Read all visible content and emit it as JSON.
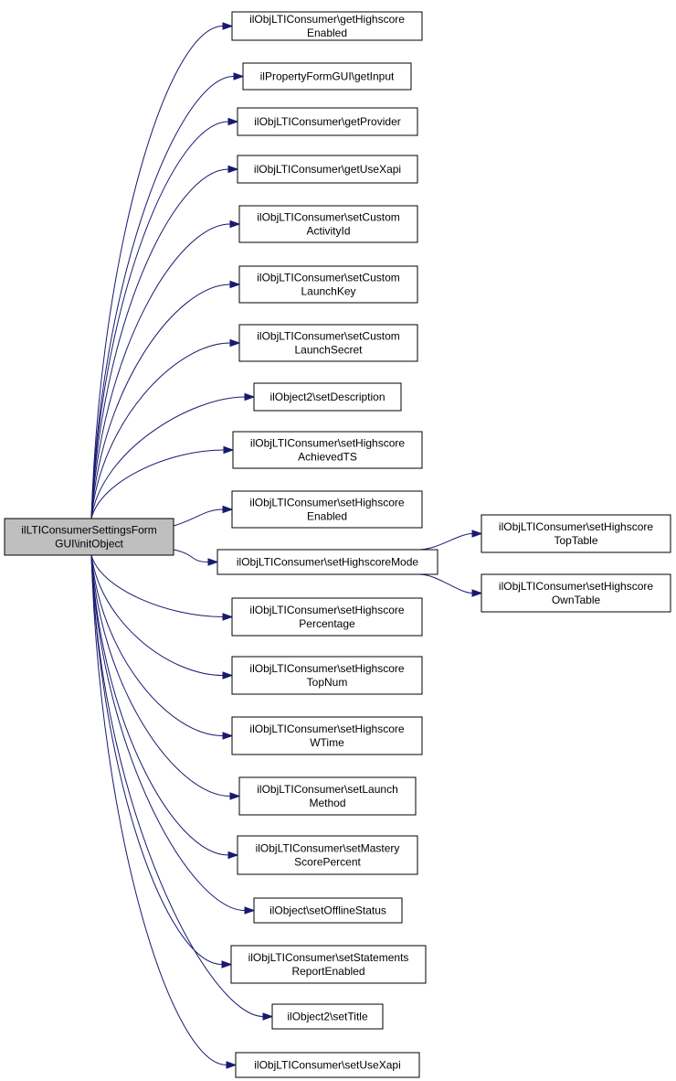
{
  "graph": {
    "colors": {
      "edge": "#191970",
      "root_fill": "#bfbfbf",
      "node_fill": "#ffffff",
      "border": "#000000"
    },
    "root": {
      "id": "root",
      "lines": [
        "ilLTIConsumerSettingsForm",
        "GUI\\initObject"
      ]
    },
    "nodes": [
      {
        "id": "n1",
        "lines": [
          "ilObjLTIConsumer\\getHighscore",
          "Enabled"
        ]
      },
      {
        "id": "n2",
        "lines": [
          "ilPropertyFormGUI\\getInput"
        ]
      },
      {
        "id": "n3",
        "lines": [
          "ilObjLTIConsumer\\getProvider"
        ]
      },
      {
        "id": "n4",
        "lines": [
          "ilObjLTIConsumer\\getUseXapi"
        ]
      },
      {
        "id": "n5",
        "lines": [
          "ilObjLTIConsumer\\setCustom",
          "ActivityId"
        ]
      },
      {
        "id": "n6",
        "lines": [
          "ilObjLTIConsumer\\setCustom",
          "LaunchKey"
        ]
      },
      {
        "id": "n7",
        "lines": [
          "ilObjLTIConsumer\\setCustom",
          "LaunchSecret"
        ]
      },
      {
        "id": "n8",
        "lines": [
          "ilObject2\\setDescription"
        ]
      },
      {
        "id": "n9",
        "lines": [
          "ilObjLTIConsumer\\setHighscore",
          "AchievedTS"
        ]
      },
      {
        "id": "n10",
        "lines": [
          "ilObjLTIConsumer\\setHighscore",
          "Enabled"
        ]
      },
      {
        "id": "n11",
        "lines": [
          "ilObjLTIConsumer\\setHighscoreMode"
        ]
      },
      {
        "id": "n12",
        "lines": [
          "ilObjLTIConsumer\\setHighscore",
          "Percentage"
        ]
      },
      {
        "id": "n13",
        "lines": [
          "ilObjLTIConsumer\\setHighscore",
          "TopNum"
        ]
      },
      {
        "id": "n14",
        "lines": [
          "ilObjLTIConsumer\\setHighscore",
          "WTime"
        ]
      },
      {
        "id": "n15",
        "lines": [
          "ilObjLTIConsumer\\setLaunch",
          "Method"
        ]
      },
      {
        "id": "n16",
        "lines": [
          "ilObjLTIConsumer\\setMastery",
          "ScorePercent"
        ]
      },
      {
        "id": "n17",
        "lines": [
          "ilObject\\setOfflineStatus"
        ]
      },
      {
        "id": "n18",
        "lines": [
          "ilObjLTIConsumer\\setStatements",
          "ReportEnabled"
        ]
      },
      {
        "id": "n19",
        "lines": [
          "ilObject2\\setTitle"
        ]
      },
      {
        "id": "n20",
        "lines": [
          "ilObjLTIConsumer\\setUseXapi"
        ]
      },
      {
        "id": "n21",
        "lines": [
          "ilObjLTIConsumer\\setHighscore",
          "TopTable"
        ]
      },
      {
        "id": "n22",
        "lines": [
          "ilObjLTIConsumer\\setHighscore",
          "OwnTable"
        ]
      }
    ],
    "edges": [
      {
        "from": "root",
        "to": "n1"
      },
      {
        "from": "root",
        "to": "n2"
      },
      {
        "from": "root",
        "to": "n3"
      },
      {
        "from": "root",
        "to": "n4"
      },
      {
        "from": "root",
        "to": "n5"
      },
      {
        "from": "root",
        "to": "n6"
      },
      {
        "from": "root",
        "to": "n7"
      },
      {
        "from": "root",
        "to": "n8"
      },
      {
        "from": "root",
        "to": "n9"
      },
      {
        "from": "root",
        "to": "n10"
      },
      {
        "from": "root",
        "to": "n11"
      },
      {
        "from": "root",
        "to": "n12"
      },
      {
        "from": "root",
        "to": "n13"
      },
      {
        "from": "root",
        "to": "n14"
      },
      {
        "from": "root",
        "to": "n15"
      },
      {
        "from": "root",
        "to": "n16"
      },
      {
        "from": "root",
        "to": "n17"
      },
      {
        "from": "root",
        "to": "n18"
      },
      {
        "from": "root",
        "to": "n19"
      },
      {
        "from": "root",
        "to": "n20"
      },
      {
        "from": "n11",
        "to": "n21"
      },
      {
        "from": "n11",
        "to": "n22"
      }
    ]
  }
}
